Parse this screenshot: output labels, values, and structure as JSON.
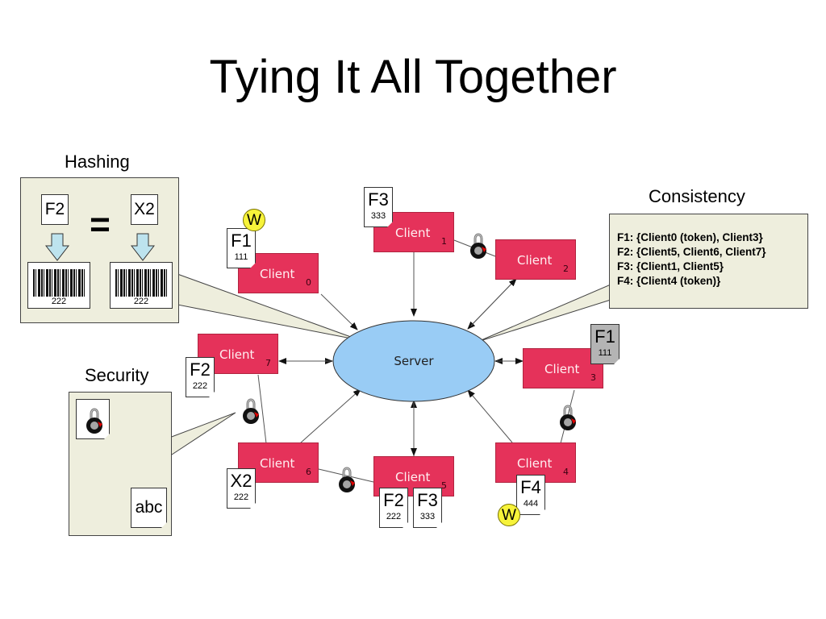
{
  "title": "Tying It All Together",
  "labels": {
    "hashing": "Hashing",
    "security": "Security",
    "consistency": "Consistency"
  },
  "hashing": {
    "left_doc": "F2",
    "right_doc": "X2",
    "equals": "=",
    "left_barcode": "222",
    "right_barcode": "222"
  },
  "security": {
    "text_doc": "abc"
  },
  "server": {
    "label": "Server"
  },
  "clients": [
    {
      "label": "Client",
      "num": "0"
    },
    {
      "label": "Client",
      "num": "1"
    },
    {
      "label": "Client",
      "num": "2"
    },
    {
      "label": "Client",
      "num": "3"
    },
    {
      "label": "Client",
      "num": "4"
    },
    {
      "label": "Client",
      "num": "5"
    },
    {
      "label": "Client",
      "num": "6"
    },
    {
      "label": "Client",
      "num": "7"
    }
  ],
  "files": [
    {
      "name": "F3",
      "value": "333",
      "near": "Client 1"
    },
    {
      "name": "F1",
      "value": "111",
      "near": "Client 0"
    },
    {
      "name": "F1",
      "value": "111",
      "near": "Client 3",
      "highlight": "#b4b4b4"
    },
    {
      "name": "F2",
      "value": "222",
      "near": "Client 7"
    },
    {
      "name": "X2",
      "value": "222",
      "near": "Client 6"
    },
    {
      "name": "F2",
      "value": "222",
      "near": "Client 5"
    },
    {
      "name": "F3",
      "value": "333",
      "near": "Client 5"
    },
    {
      "name": "F4",
      "value": "444",
      "near": "Client 4"
    }
  ],
  "badges": [
    "W",
    "W"
  ],
  "consistency": {
    "lines": [
      "F1: {Client0 (token), Client3}",
      "F2: {Client5, Client6, Client7}",
      "F3: {Client1, Client5}",
      "F4: {Client4 (token)}"
    ]
  },
  "colors": {
    "client": "#e5325a",
    "server": "#99ccf5",
    "panel": "#eeeedd",
    "badge": "#f7f33a",
    "arrow_fill": "#bde3ee"
  }
}
